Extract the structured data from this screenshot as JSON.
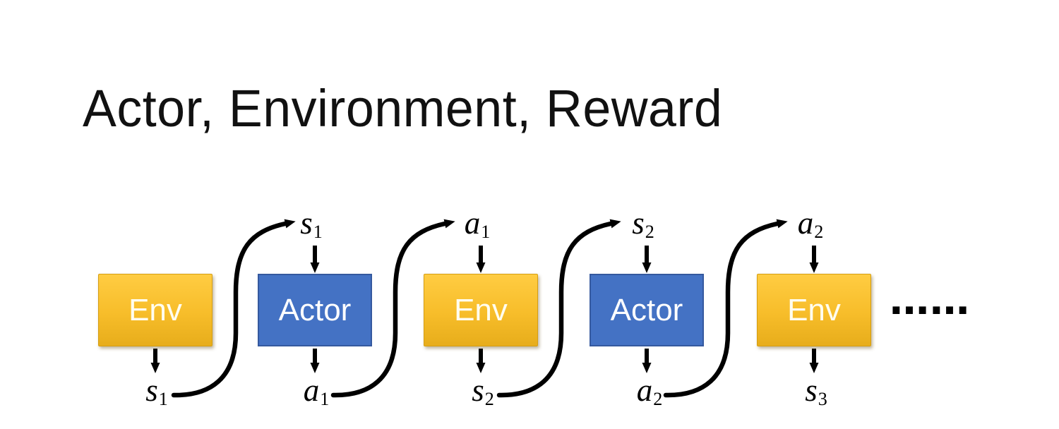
{
  "title": "Actor, Environment, Reward",
  "colors": {
    "background": "#ffffff",
    "title_text": "#111111",
    "env_fill_top": "#ffcc42",
    "env_fill_bottom": "#e7ad1b",
    "env_border": "#d59e12",
    "actor_fill": "#4472c4",
    "actor_border": "#35599f",
    "box_text": "#ffffff",
    "arrow": "#000000",
    "label_text": "#000000"
  },
  "diagram": {
    "boxes": [
      {
        "label": "Env",
        "type": "env"
      },
      {
        "label": "Actor",
        "type": "actor"
      },
      {
        "label": "Env",
        "type": "env"
      },
      {
        "label": "Actor",
        "type": "actor"
      },
      {
        "label": "Env",
        "type": "env"
      }
    ],
    "top_labels": [
      {
        "base": "s",
        "sub": "1"
      },
      {
        "base": "a",
        "sub": "1"
      },
      {
        "base": "s",
        "sub": "2"
      },
      {
        "base": "a",
        "sub": "2"
      }
    ],
    "bottom_labels": [
      {
        "base": "s",
        "sub": "1"
      },
      {
        "base": "a",
        "sub": "1"
      },
      {
        "base": "s",
        "sub": "2"
      },
      {
        "base": "a",
        "sub": "2"
      },
      {
        "base": "s",
        "sub": "3"
      }
    ],
    "ellipsis": "……"
  }
}
